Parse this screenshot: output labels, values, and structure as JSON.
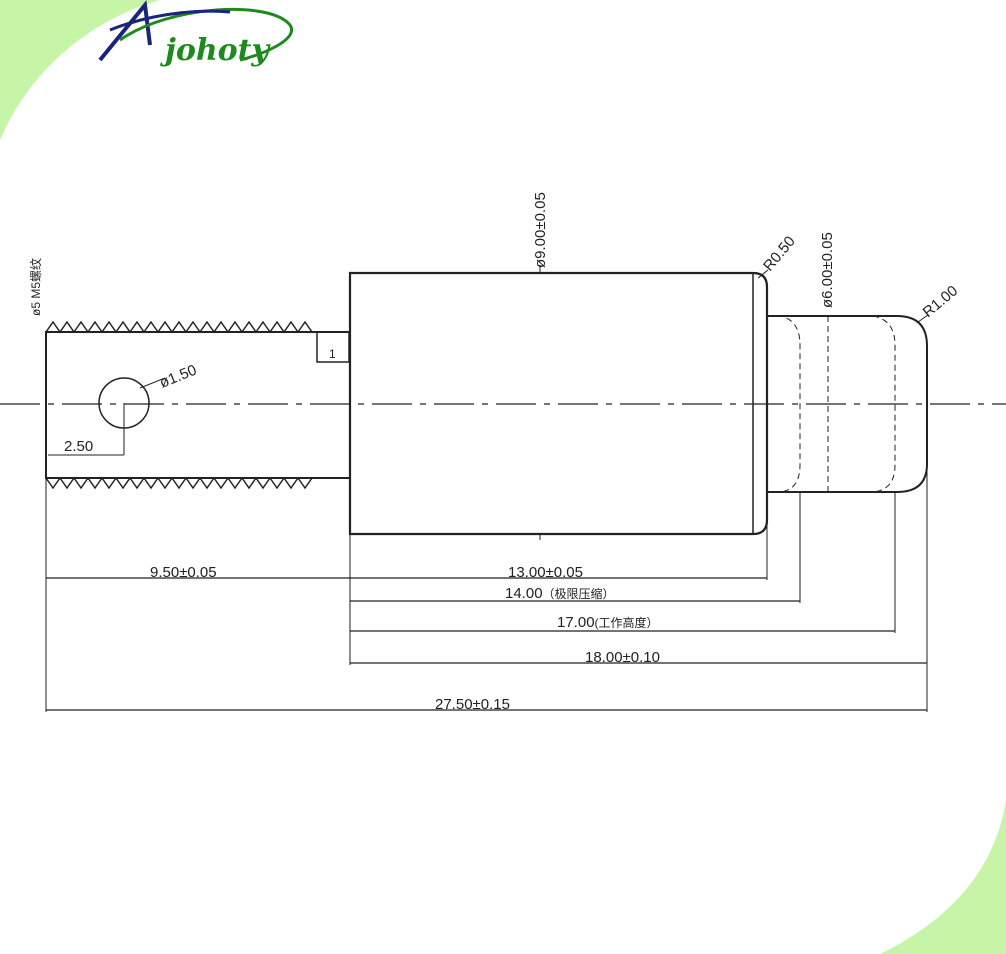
{
  "brand": {
    "logo_text": "johoty",
    "accent_color": "#1e8a1e",
    "swoosh_color": "#1a237e",
    "corner_color": "#c6f5a8"
  },
  "drawing": {
    "thread_label": "ø5  M5",
    "thread_label_cn": "螺纹",
    "hole_diameter": "ø1.50",
    "hole_offset": "2.50",
    "square_mark": "1",
    "body_diameter": "ø9.00±0.05",
    "radius_body": "R0.50",
    "pin_diameter": "ø6.00±0.05",
    "radius_pin": "R1.00",
    "dim_thread_len": "9.50±0.05",
    "dim_body_len": "13.00±0.05",
    "dim_limit_comp": "14.00",
    "dim_limit_comp_cn": "（极限压缩）",
    "dim_working": "17.00",
    "dim_working_cn": "(工作高度）",
    "dim_full_stroke": "18.00±0.10",
    "dim_total": "27.50±0.15"
  }
}
